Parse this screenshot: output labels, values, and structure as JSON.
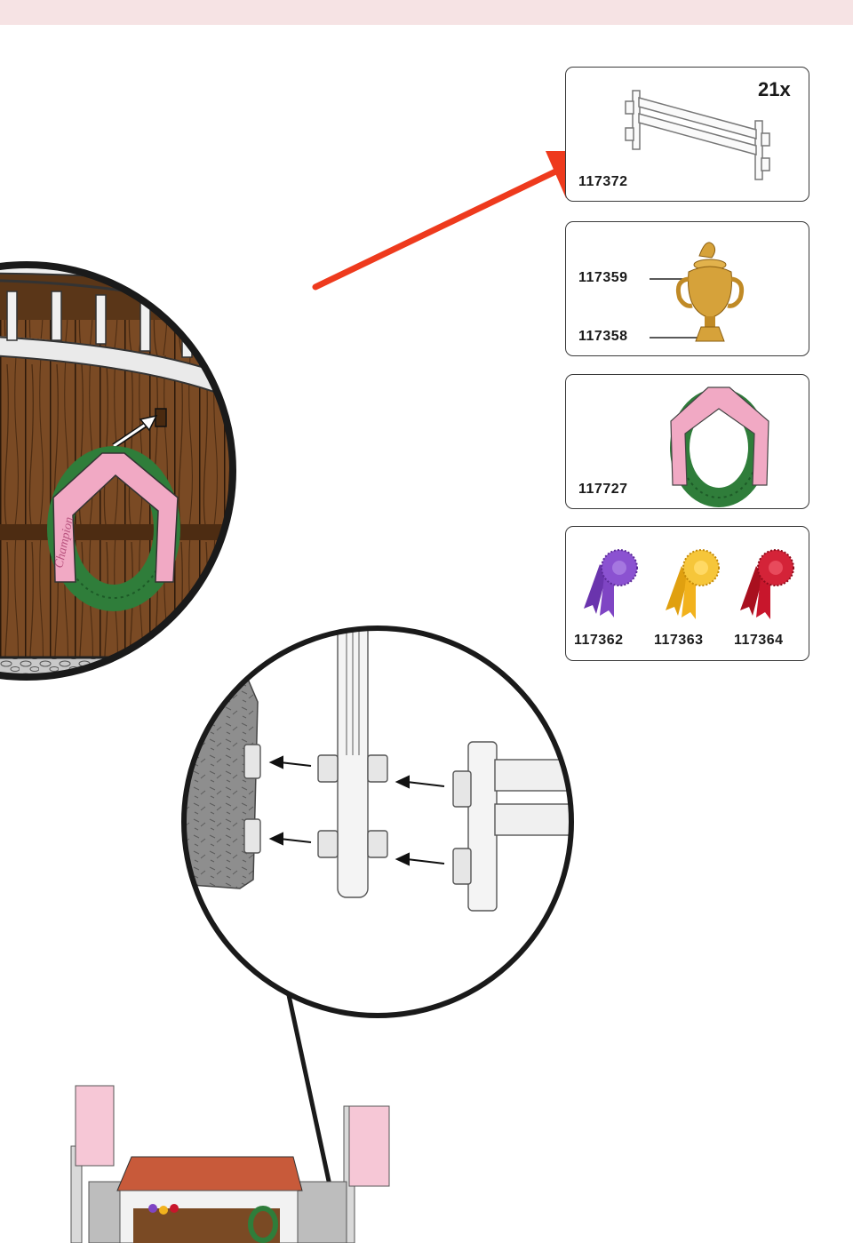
{
  "colors": {
    "topbar": "#f6e3e4",
    "arrow": "#ee3a1d",
    "wood": "#7a4a24",
    "wood_dark": "#3a2210",
    "sash": "#f1a9c4",
    "wreath": "#2f7d3a",
    "trophy": "#d6a23a",
    "ribbon_purple": "#7f45c4",
    "ribbon_yellow": "#f2b21d",
    "ribbon_red": "#c8162c"
  },
  "parts": {
    "fence": {
      "quantity": "21x",
      "part_number": "117372",
      "icon": "fence-icon"
    },
    "trophy": {
      "lid_number": "117359",
      "base_number": "117358",
      "icon": "trophy-icon"
    },
    "wreath": {
      "part_number": "117727",
      "icon": "champion-wreath-icon"
    },
    "ribbons": [
      {
        "part_number": "117362",
        "icon": "purple-rosette-icon"
      },
      {
        "part_number": "117363",
        "icon": "yellow-rosette-icon"
      },
      {
        "part_number": "117364",
        "icon": "red-rosette-icon"
      }
    ]
  }
}
